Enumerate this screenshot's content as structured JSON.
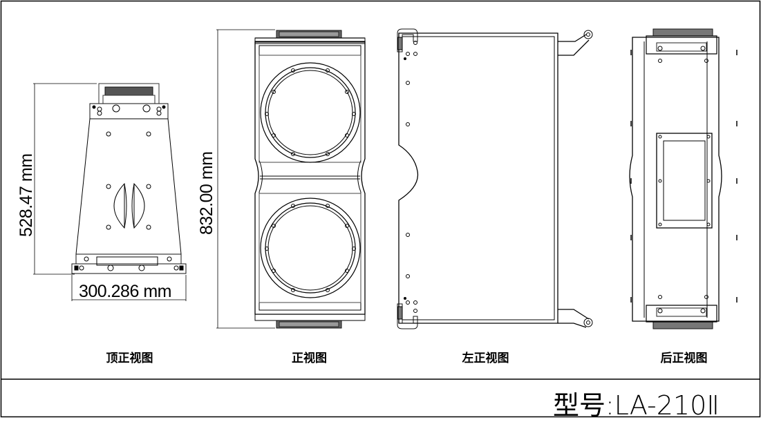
{
  "views": {
    "top_label": "顶正视图",
    "front_label": "正视图",
    "left_label": "左正视图",
    "rear_label": "后正视图"
  },
  "dimensions": {
    "top_height": "528.47 mm",
    "top_width": "300.286 mm",
    "front_height": "832.00 mm"
  },
  "title_block": {
    "model": "型号:LA-210Ⅱ"
  }
}
